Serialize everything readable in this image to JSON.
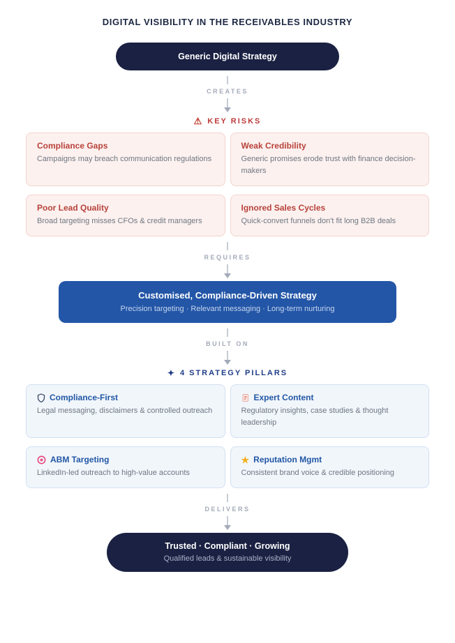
{
  "page": {
    "title": "DIGITAL VISIBILITY IN THE RECEIVABLES INDUSTRY"
  },
  "flow": {
    "start": {
      "label": "Generic Digital Strategy"
    },
    "connectors": {
      "creates": "CREATES",
      "requires": "REQUIRES",
      "built_on": "BUILT ON",
      "delivers": "DELIVERS"
    },
    "risks": {
      "heading": "KEY RISKS",
      "icon": "warning-icon",
      "items": [
        {
          "title": "Compliance Gaps",
          "desc": "Campaigns may breach communication regulations"
        },
        {
          "title": "Weak Credibility",
          "desc": "Generic promises erode trust with finance decision-makers"
        },
        {
          "title": "Poor Lead Quality",
          "desc": "Broad targeting misses CFOs & credit managers"
        },
        {
          "title": "Ignored Sales Cycles",
          "desc": "Quick-convert funnels don't fit long B2B deals"
        }
      ]
    },
    "strategy": {
      "title": "Customised, Compliance-Driven Strategy",
      "subtitle": "Precision targeting · Relevant messaging · Long-term nurturing"
    },
    "pillars": {
      "heading": "4 STRATEGY PILLARS",
      "icon": "sparkle-icon",
      "items": [
        {
          "icon": "shield-icon",
          "title": "Compliance-First",
          "desc": "Legal messaging, disclaimers & controlled outreach"
        },
        {
          "icon": "memo-icon",
          "title": "Expert Content",
          "desc": "Regulatory insights, case studies & thought leadership"
        },
        {
          "icon": "target-icon",
          "title": "ABM Targeting",
          "desc": "LinkedIn-led outreach to high-value accounts"
        },
        {
          "icon": "star-icon",
          "title": "Reputation Mgmt",
          "desc": "Consistent brand voice & credible positioning"
        }
      ]
    },
    "outcome": {
      "title": "Trusted · Compliant · Growing",
      "subtitle": "Qualified leads & sustainable visibility"
    }
  },
  "colors": {
    "dark_navy_pill": "#1a2142",
    "blue_box": "#2356a7",
    "risk_red": "#b8423a",
    "risk_bg": "#fcf1ef",
    "pillar_blue": "#2257a5",
    "pillar_bg": "#f1f6fb",
    "connector_gray": "#a3aab8",
    "heading_red": "#bf3a3a",
    "heading_navy": "#1f3c88",
    "star_gold": "#f2b01e",
    "target_pink": "#e8487e"
  }
}
